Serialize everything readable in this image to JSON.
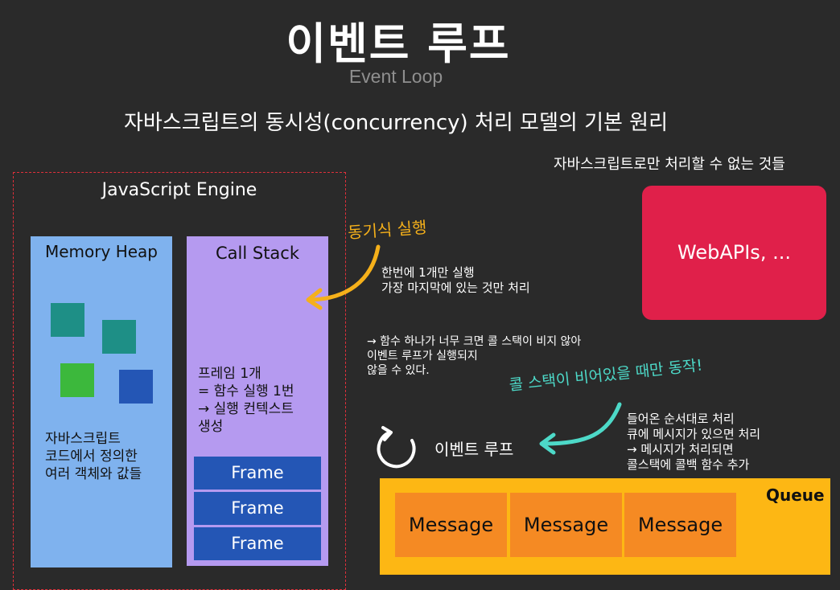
{
  "title": "이벤트 루프",
  "subtitle": "Event Loop",
  "heading": "자바스크립트의 동시성(concurrency) 처리 모델의 기본 원리",
  "non_js_label": "자바스크립트로만 처리할 수 없는 것들",
  "engine": {
    "label": "JavaScript Engine",
    "heap": {
      "title": "Memory Heap",
      "desc_lines": [
        "자바스크립트",
        "코드에서 정의한",
        "여러 객체와 값들"
      ],
      "object_colors": [
        "#1e8f86",
        "#1e8f86",
        "#3cb83c",
        "#2456b5"
      ]
    },
    "stack": {
      "title": "Call Stack",
      "desc_lines": [
        "프레임 1개",
        "= 함수 실행 1번",
        "→ 실행 컨텍스트",
        "생성"
      ],
      "frames": [
        "Frame",
        "Frame",
        "Frame"
      ]
    }
  },
  "sync": {
    "label": "동기식 실행",
    "desc_lines": [
      "한번에 1개만 실행",
      "가장 마지막에 있는 것만 처리"
    ]
  },
  "webapi": {
    "label": "WebAPIs, ..."
  },
  "warning": {
    "lines": [
      "→   함수 하나가 너무 크면 콜 스택이 비지 않아",
      "이벤트 루프가 실행되지",
      "않을 수 있다."
    ]
  },
  "empty_label": "콜 스택이 비어있을 때만 동작!",
  "queue_note": {
    "lines": [
      "들어온 순서대로 처리",
      "큐에 메시지가 있으면 처리",
      "→   메시지가 처리되면",
      "콜스택에 콜백 함수 추가"
    ]
  },
  "loop_label": "이벤트 루프",
  "queue": {
    "title": "Queue",
    "messages": [
      "Message",
      "Message",
      "Message"
    ]
  },
  "colors": {
    "background": "#2a2a2a",
    "heap": "#7fb2ee",
    "stack": "#b59af0",
    "frame": "#2456b5",
    "webapi": "#e0204a",
    "queue": "#fdb714",
    "message": "#f58a23",
    "sync_arrow": "#f5b01a",
    "loop_arrow": "#4dd9c8"
  }
}
